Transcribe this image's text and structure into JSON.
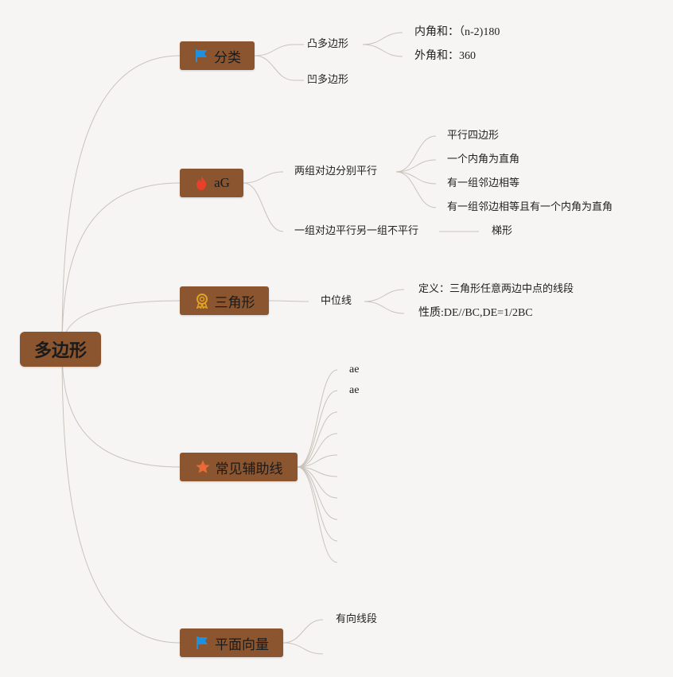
{
  "root": {
    "label": "多边形"
  },
  "branches": [
    {
      "label": "分类",
      "icon": "flag-icon",
      "children": [
        {
          "label": "凸多边形",
          "children": [
            {
              "label": "内角和：（n-2)180"
            },
            {
              "label": "外角和：360"
            }
          ]
        },
        {
          "label": "凹多边形"
        }
      ]
    },
    {
      "label": "aG",
      "icon": "fire-icon",
      "children": [
        {
          "label": "两组对边分别平行",
          "children": [
            {
              "label": "平行四边形"
            },
            {
              "label": "一个内角为直角"
            },
            {
              "label": "有一组邻边相等"
            },
            {
              "label": "有一组邻边相等且有一个内角为直角"
            }
          ]
        },
        {
          "label": "一组对边平行另一组不平行",
          "children": [
            {
              "label": "梯形"
            }
          ]
        }
      ]
    },
    {
      "label": "三角形",
      "icon": "award-ribbon-icon",
      "children": [
        {
          "label": "中位线",
          "children": [
            {
              "label": "定义：三角形任意两边中点的线段"
            },
            {
              "label": "性质:DE//BC,DE=1/2BC"
            }
          ]
        }
      ]
    },
    {
      "label": "常见辅助线",
      "icon": "star-icon",
      "children": [
        {
          "label": "ae"
        },
        {
          "label": "ae"
        },
        {
          "label": ""
        },
        {
          "label": ""
        },
        {
          "label": ""
        },
        {
          "label": ""
        },
        {
          "label": ""
        },
        {
          "label": ""
        },
        {
          "label": ""
        },
        {
          "label": ""
        }
      ]
    },
    {
      "label": "平面向量",
      "icon": "flag-icon",
      "children": [
        {
          "label": "有向线段"
        },
        {
          "label": ""
        }
      ]
    }
  ],
  "colors": {
    "node_fill": "#8b5530",
    "background": "#f7f5f3",
    "connector": "#c9c2bc",
    "flag_blue": "#1e90e0",
    "fire_red": "#e8402a",
    "award_gold": "#e0a420",
    "star_orange": "#e86a3a"
  }
}
